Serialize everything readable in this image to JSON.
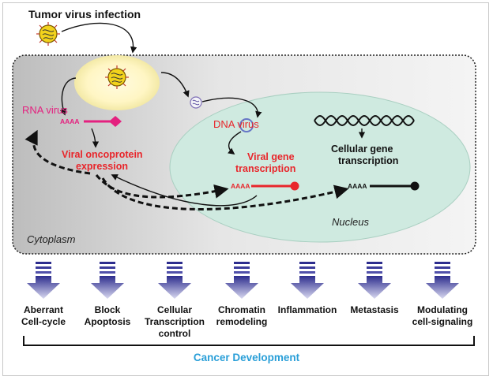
{
  "title": "Tumor virus infection",
  "labels": {
    "rna_virus": "RNA virus",
    "dna_virus": "DNA virus",
    "viral_oncoprotein": [
      "Viral oncoprotein",
      "expression"
    ],
    "viral_gene": [
      "Viral gene",
      "transcription"
    ],
    "cellular_gene": [
      "Cellular gene",
      "transcription"
    ],
    "cytoplasm": "Cytoplasm",
    "nucleus": "Nucleus",
    "poly_a": "AAAA"
  },
  "outcomes": [
    {
      "line1": "Aberrant",
      "line2": "Cell-cycle",
      "line3": ""
    },
    {
      "line1": "Block",
      "line2": "Apoptosis",
      "line3": ""
    },
    {
      "line1": "Cellular",
      "line2": "Transcription",
      "line3": "control"
    },
    {
      "line1": "Chromatin",
      "line2": "remodeling",
      "line3": ""
    },
    {
      "line1": "Inflammation",
      "line2": "",
      "line3": ""
    },
    {
      "line1": "Metastasis",
      "line2": "",
      "line3": ""
    },
    {
      "line1": "Modulating",
      "line2": "cell-signaling",
      "line3": ""
    }
  ],
  "footer": "Cancer Development",
  "colors": {
    "oncoprotein_red": "#e8262b",
    "rna_pink": "#e4217f",
    "nucleus_fill": "#cfeae0",
    "arrow_purple": "#4a4aa8",
    "footer_blue": "#2a9fd8"
  }
}
